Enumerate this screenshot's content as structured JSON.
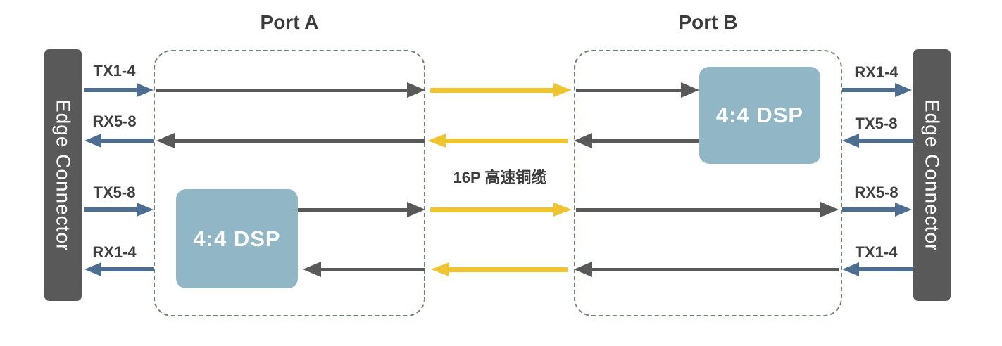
{
  "diagram": {
    "port_a": {
      "title": "Port A"
    },
    "port_b": {
      "title": "Port B"
    },
    "left_connector": {
      "label": "Edge Connector"
    },
    "right_connector": {
      "label": "Edge Connector"
    },
    "dsp_a": {
      "label": "4:4 DSP"
    },
    "dsp_b": {
      "label": "4:4 DSP"
    },
    "cable_label": "16P 高速铜缆",
    "left_lanes": [
      "TX1-4",
      "RX5-8",
      "TX5-8",
      "RX1-4"
    ],
    "right_lanes": [
      "RX1-4",
      "TX5-8",
      "RX5-8",
      "TX1-4"
    ],
    "colors": {
      "connector_fill": "#595959",
      "signal_gray": "#595959",
      "cable_yellow": "#EFC52F",
      "lane_blue": "#4E6E91",
      "dsp_fill": "#91B7C6",
      "dashed_border": "#6E8370",
      "text_dark": "#3B3B3B",
      "text_white": "#FFFFFF"
    }
  }
}
